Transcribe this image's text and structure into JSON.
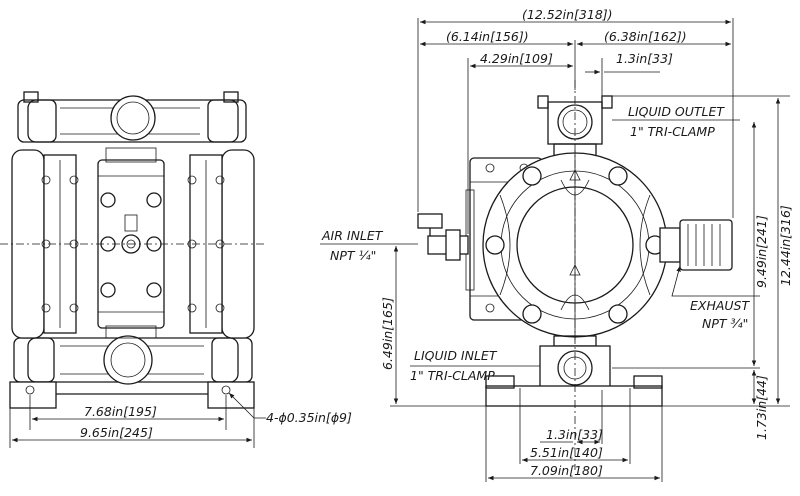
{
  "front_view": {
    "dim_bolt_spacing": "7.68in[195]",
    "dim_base_width": "9.65in[245]",
    "dim_mount_holes": "4-ϕ0.35in[ϕ9]"
  },
  "side_view": {
    "dim_overall_width": "(12.52in[318])",
    "dim_left_to_center": "(6.14in[156])",
    "dim_center_to_right": "(6.38in[162])",
    "dim_air_inlet_offset": "4.29in[109]",
    "dim_outlet_offset": "1.3in[33]",
    "dim_outlet_height": "9.49in[241]",
    "dim_overall_height": "12.44in[316]",
    "dim_air_inlet_height": "6.49in[165]",
    "dim_inlet_height": "1.73in[44]",
    "dim_inlet_offset": "1.3in[33]",
    "dim_foot_spacing": "5.51in[140]",
    "dim_foot_width": "7.09in[180]",
    "liquid_outlet_line1": "LIQUID OUTLET",
    "liquid_outlet_line2": "1\" TRI-CLAMP",
    "air_inlet_line1": "AIR INLET",
    "air_inlet_line2": "NPT ¼\"",
    "exhaust_line1": "EXHAUST",
    "exhaust_line2": "NPT ¾\"",
    "liquid_inlet_line1": "LIQUID INLET",
    "liquid_inlet_line2": "1\" TRI-CLAMP"
  }
}
